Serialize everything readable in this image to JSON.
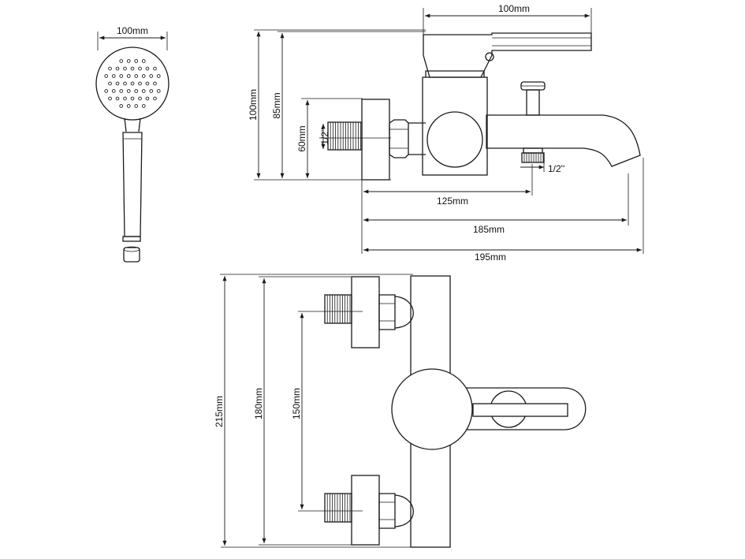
{
  "labels": {
    "head_width": "100mm",
    "lever_length": "100mm",
    "height_total": "100mm",
    "height_spout": "85mm",
    "inlet_height": "60mm",
    "inlet_thread": "1/2''",
    "diverter_thread": "1/2''",
    "depth_125": "125mm",
    "depth_185": "185mm",
    "depth_195": "195mm",
    "width_215": "215mm",
    "width_180": "180mm",
    "centers_150": "150mm"
  },
  "colors": {
    "line": "#1a1a1a",
    "background": "#ffffff"
  }
}
